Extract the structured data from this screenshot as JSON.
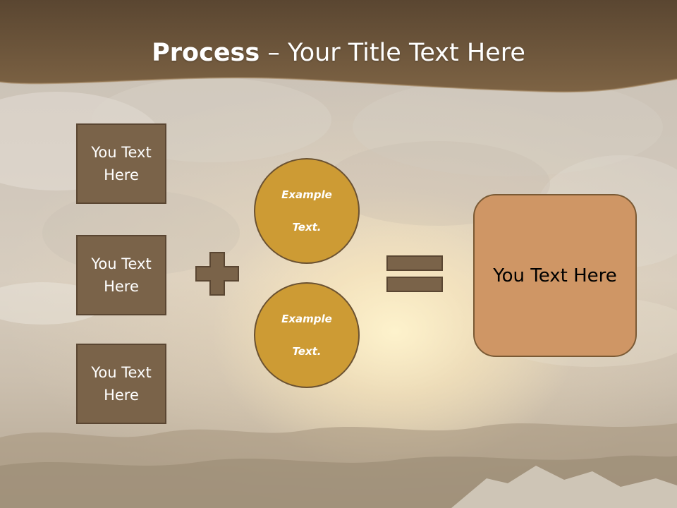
{
  "title": {
    "bold": "Process",
    "rest": " – Your Title Text Here"
  },
  "left_boxes": [
    {
      "line1": "You Text",
      "line2": "Here"
    },
    {
      "line1": "You Text",
      "line2": "Here"
    },
    {
      "line1": "You Text",
      "line2": "Here"
    }
  ],
  "circles": [
    {
      "line1": "Example",
      "line2": "Text."
    },
    {
      "line1": "Example",
      "line2": "Text."
    }
  ],
  "result_box": {
    "text": "You Text Here"
  },
  "colors": {
    "header": "#7b6141",
    "box_fill": "#7a6349",
    "circle_fill": "#cd9b34",
    "result_fill": "#cf9665",
    "operator": "#7a6349"
  }
}
